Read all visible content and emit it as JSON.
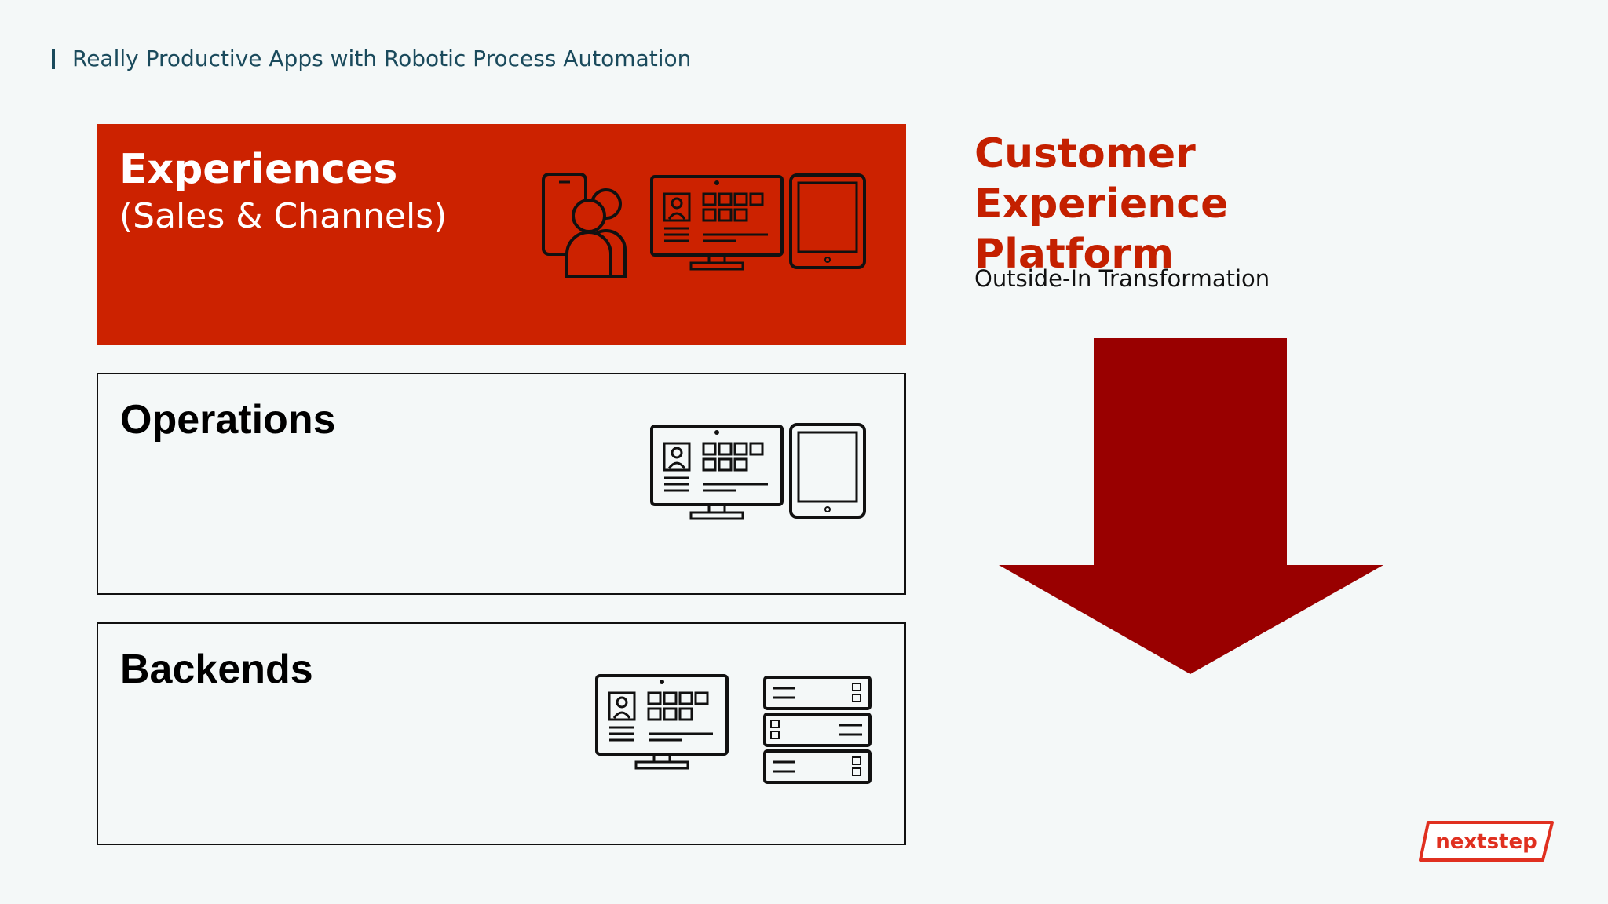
{
  "header": {
    "title": "Really Productive Apps with Robotic Process Automation"
  },
  "layers": {
    "experiences": {
      "title": "Experiences",
      "subtitle": "(Sales & Channels)"
    },
    "operations": {
      "title": "Operations"
    },
    "backends": {
      "title": "Backends"
    }
  },
  "platform": {
    "title_line1": "Customer Experience",
    "title_line2": "Platform",
    "subtitle": "Outside-In Transformation"
  },
  "logo": {
    "text": "nextstep"
  },
  "colors": {
    "accent_red": "#cc2200",
    "arrow_red": "#990000",
    "header_teal": "#1a4a5c"
  },
  "icons": [
    "mobile-user-icon",
    "desktop-monitor-icon",
    "tablet-icon",
    "server-stack-icon",
    "down-arrow-icon"
  ]
}
